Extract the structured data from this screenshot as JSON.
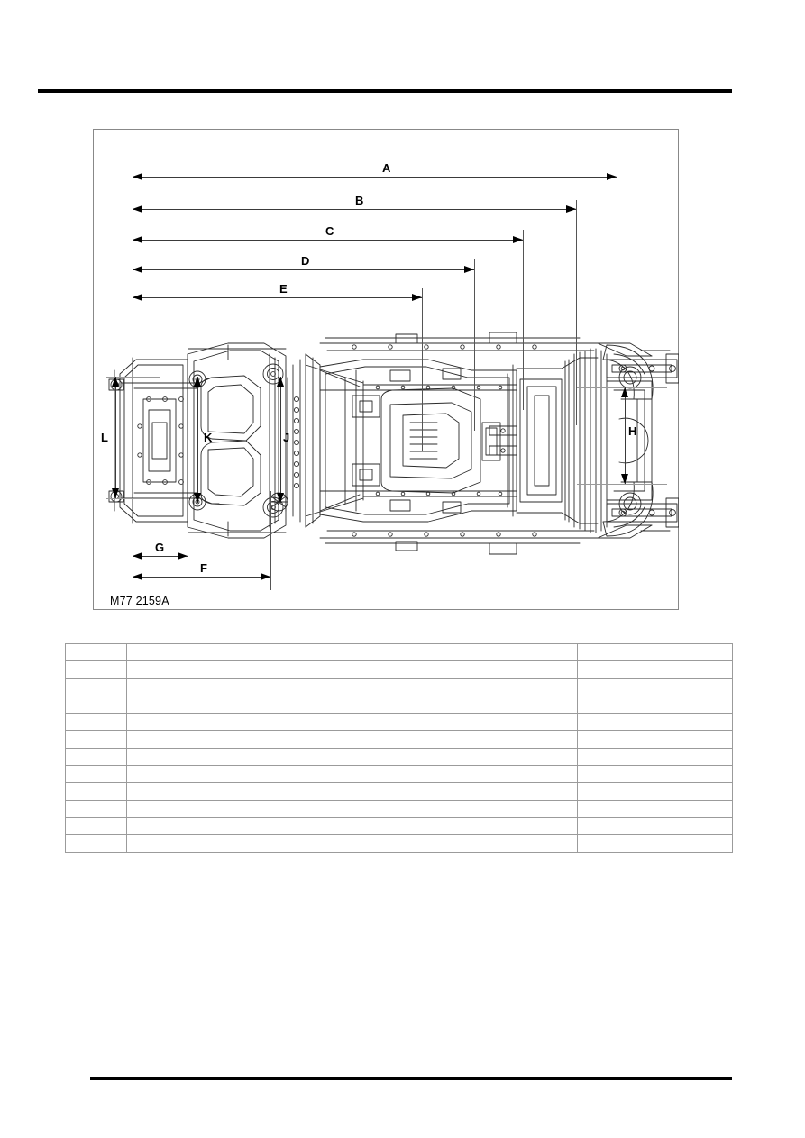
{
  "document": {
    "figure_id": "M77 2159A",
    "rules": {
      "color": "#000000"
    }
  },
  "figure": {
    "caption": "M77 2159A",
    "dimensions": {
      "horizontal": [
        {
          "key": "A",
          "label": "A"
        },
        {
          "key": "B",
          "label": "B"
        },
        {
          "key": "C",
          "label": "C"
        },
        {
          "key": "D",
          "label": "D"
        },
        {
          "key": "E",
          "label": "E"
        },
        {
          "key": "G",
          "label": "G"
        },
        {
          "key": "F",
          "label": "F"
        }
      ],
      "vertical": [
        {
          "key": "L",
          "label": "L"
        },
        {
          "key": "K",
          "label": "K"
        },
        {
          "key": "J",
          "label": "J"
        },
        {
          "key": "H",
          "label": "H"
        }
      ]
    }
  },
  "spec_table": {
    "columns": [
      "",
      "",
      "",
      ""
    ],
    "rows": [
      [
        "",
        "",
        "",
        ""
      ],
      [
        "",
        "",
        "",
        ""
      ],
      [
        "",
        "",
        "",
        ""
      ],
      [
        "",
        "",
        "",
        ""
      ],
      [
        "",
        "",
        "",
        ""
      ],
      [
        "",
        "",
        "",
        ""
      ],
      [
        "",
        "",
        "",
        ""
      ],
      [
        "",
        "",
        "",
        ""
      ],
      [
        "",
        "",
        "",
        ""
      ],
      [
        "",
        "",
        "",
        ""
      ],
      [
        "",
        "",
        "",
        ""
      ],
      [
        "",
        "",
        "",
        ""
      ]
    ]
  }
}
